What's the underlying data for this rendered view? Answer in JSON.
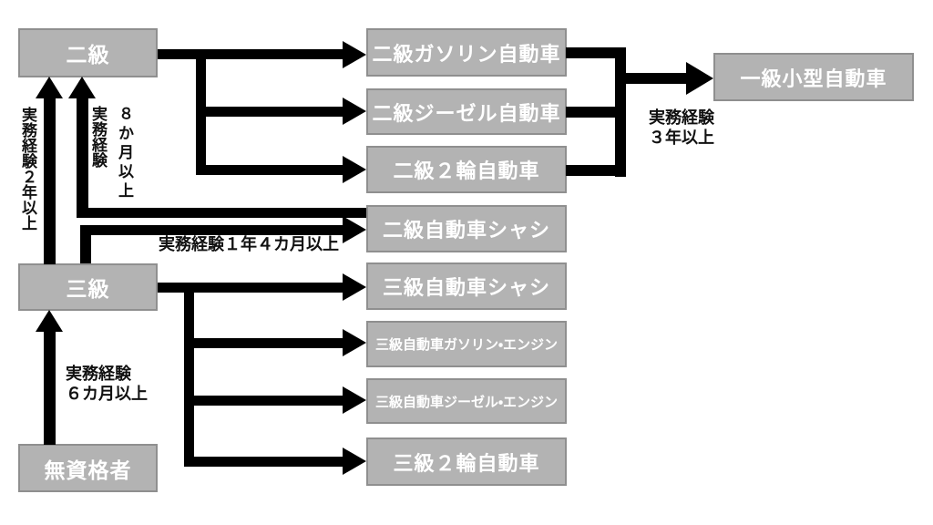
{
  "diagram": {
    "nodes": {
      "grade2": {
        "label": "二級"
      },
      "grade3": {
        "label": "三級"
      },
      "unqualified": {
        "label": "無資格者"
      },
      "grade2_gasoline": {
        "label": "二級ガソリン自動車"
      },
      "grade2_diesel": {
        "label": "二級ジーゼル自動車"
      },
      "grade2_motorcycle": {
        "label": "二級２輪自動車"
      },
      "grade2_chassis": {
        "label": "二級自動車シャシ"
      },
      "grade3_chassis": {
        "label": "三級自動車シャシ"
      },
      "grade3_gasoline_engine": {
        "label": "三級自動車ガソリン・エンジン"
      },
      "grade3_diesel_engine": {
        "label": "三級自動車ジーゼル・エンジン"
      },
      "grade3_motorcycle": {
        "label": "三級２輪自動車"
      },
      "grade1_small": {
        "label": "一級小型自動車"
      }
    },
    "edge_labels": {
      "exp_2y": "実務経験２年以上",
      "exp_8m_col1": "実務経験",
      "exp_8m_col2": "８か月以上",
      "exp_1y4m": "実務経験１年４カ月以上",
      "exp_3y_line1": "実務経験",
      "exp_3y_line2": "３年以上",
      "exp_6m_line1": "実務経験",
      "exp_6m_line2": "６カ月以上"
    },
    "colors": {
      "box_fill": "#b3b3b3",
      "box_border": "#8f8f8f",
      "box_text": "#ffffff",
      "connector": "#000000",
      "label_text": "#111111",
      "background": "#ffffff"
    }
  }
}
